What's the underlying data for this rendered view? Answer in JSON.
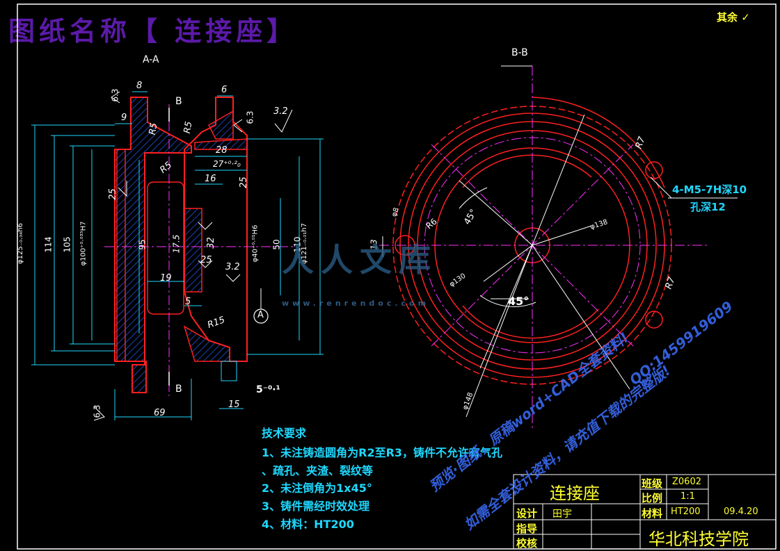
{
  "header": {
    "title": "图纸名称【 连接座】",
    "corner_note": "其余",
    "corner_symbol": "✓"
  },
  "views": {
    "section_aa": "A-A",
    "section_bb": "B-B",
    "cut_label_b_top": "B",
    "cut_label_b_bottom": "B",
    "datum_a": "A"
  },
  "dimensions_aa": {
    "d_8": "8",
    "d_6": "6",
    "d_9": "9",
    "d_28": "28",
    "d_27": "27⁺⁰·²₀",
    "d_16": "16",
    "d_25a": "25",
    "d_25b": "25",
    "d_25c": "25",
    "d_32": "32",
    "d_17_5": "17.5",
    "d_19": "19",
    "d_5": "5",
    "d_15": "15",
    "d_69": "69",
    "d_114": "114",
    "d_105": "105",
    "d_95": "95",
    "d_50": "50",
    "d_110": "110",
    "d_dia125": "φ125₋₀.₀₄h6",
    "d_dia100": "φ100⁺⁰·⁰³⁵H7",
    "d_dia40": "φ40⁺⁰·⁰¹H6",
    "d_dia121": "φ121₋₀.₀₁h7",
    "r5a": "R5",
    "r5b": "R5",
    "r5c": "R5",
    "r15": "R15",
    "rough_63a": "6.3",
    "rough_63b": "6.3",
    "rough_63c": "6.3",
    "rough_32a": "3.2",
    "rough_32b": "3.2",
    "chamfer": "5⁻⁰·¹"
  },
  "dimensions_bb": {
    "dia138": "φ138",
    "dia130": "φ130",
    "dia148": "φ148",
    "dia8": "φ8",
    "r6": "R6",
    "r7a": "R7",
    "r7b": "R7",
    "d_13": "13",
    "angle_45a": "45°",
    "angle_45b": "45°",
    "thread_note_1": "4-M5-7H深10",
    "thread_note_2": "孔深12"
  },
  "tech_requirements": {
    "heading": "技术要求",
    "items": [
      "1、未注铸造圆角为R2至R3，铸件不允许有气孔",
      "、疏孔、夹渣、裂纹等",
      "2、未注倒角为1x45°",
      "3、铸件需经时效处理",
      "4、材料：HT200"
    ]
  },
  "title_block": {
    "part_name": "连接座",
    "class_label": "班级",
    "class_value": "Z0602",
    "scale_label": "比例",
    "scale_value": "1:1",
    "design_label": "设计",
    "designer": "田宇",
    "material_label": "材料",
    "material_value": "HT200",
    "date": "09.4.20",
    "guide_label": "指导",
    "check_label": "校核",
    "school": "华北科技学院"
  },
  "watermark": {
    "logo_text": "人人文库",
    "url": "www.renrendoc.com",
    "line1": "预览·图纸，原稿word+CAD全套资料!",
    "line2": "如需全套设计资料，请充值下载的完整版!",
    "qq": "QQ:1459919609"
  },
  "colors": {
    "background": "#000000",
    "outline": "#ff2020",
    "dimension": "#1fd8ff",
    "centerline": "#ff30ff",
    "hatch": "#2060ff",
    "frame": "#ffffff",
    "title_purple": "#5b1aa8",
    "title_block": "#ffff33"
  }
}
